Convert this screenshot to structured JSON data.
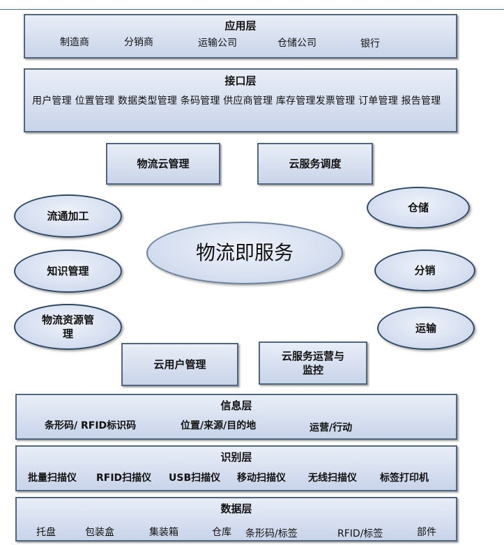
{
  "application_layer": {
    "title": "应用层",
    "items": [
      "制造商",
      "分销商",
      "运输公司",
      "仓储公司",
      "银行"
    ]
  },
  "interface_layer": {
    "title": "接口层",
    "text": "用户管理 位置管理 数据类型管理 条码管理 供应商管理 库存管理发票管理 订单管理 报告管理"
  },
  "modules": {
    "logistics_cloud_mgmt": "物流云管理",
    "cloud_service_dispatch": "云服务调度",
    "cloud_user_mgmt": "云用户管理",
    "cloud_ops_monitoring": "云服务运营与监控"
  },
  "services": {
    "center": "物流即服务",
    "circulation_processing": "流通加工",
    "knowledge_mgmt": "知识管理",
    "logistics_resource_mgmt": "物流资源管理",
    "warehousing": "仓储",
    "distribution": "分销",
    "transport": "运输"
  },
  "information_layer": {
    "title": "信息层",
    "items": [
      "条形码/ RFID标识码",
      "位置/来源/目的地",
      "运营/行动"
    ]
  },
  "identification_layer": {
    "title": "识别层",
    "items": [
      "批量扫描仪",
      "RFID扫描仪",
      "USB扫描仪",
      "移动扫描仪",
      "无线扫描仪",
      "标签打印机"
    ]
  },
  "data_layer": {
    "title": "数据层",
    "items": [
      "托盘",
      "包装盒",
      "集装箱",
      "仓库",
      "条形码/标签",
      "RFID/标签",
      "部件"
    ]
  }
}
